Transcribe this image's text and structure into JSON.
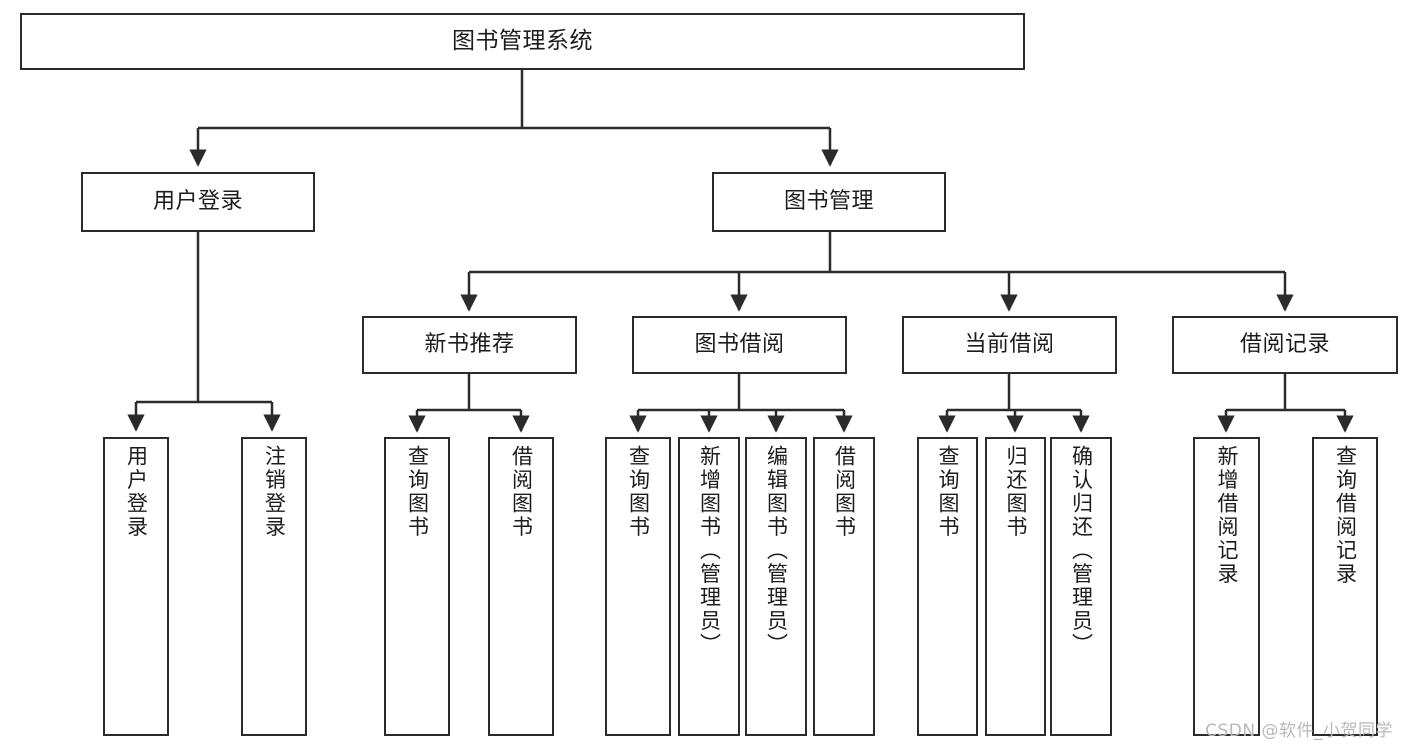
{
  "diagram": {
    "title": "图书管理系统",
    "colors": {
      "stroke": "#2b2b2b",
      "fill": "#ffffff",
      "text": "#1c1c1c",
      "watermark": "#b9b9b9",
      "background": "#ffffff"
    },
    "root": {
      "label": "图书管理系统"
    },
    "level2": [
      {
        "label": "用户登录"
      },
      {
        "label": "图书管理"
      }
    ],
    "level3": [
      {
        "label": "新书推荐"
      },
      {
        "label": "图书借阅"
      },
      {
        "label": "当前借阅"
      },
      {
        "label": "借阅记录"
      }
    ],
    "leaves": {
      "user_login": [
        {
          "label": "用户登录"
        },
        {
          "label": "注销登录"
        }
      ],
      "new_book": [
        {
          "label": "查询图书"
        },
        {
          "label": "借阅图书"
        }
      ],
      "book_borrow": [
        {
          "label": "查询图书"
        },
        {
          "label": "新增图书（管理员）"
        },
        {
          "label": "编辑图书（管理员）"
        },
        {
          "label": "借阅图书"
        }
      ],
      "current_borrow": [
        {
          "label": "查询图书"
        },
        {
          "label": "归还图书"
        },
        {
          "label": "确认归还（管理员）"
        }
      ],
      "borrow_record": [
        {
          "label": "新增借阅记录"
        },
        {
          "label": "查询借阅记录"
        }
      ]
    }
  },
  "watermark": {
    "text": "CSDN @软件_小贺同学"
  }
}
